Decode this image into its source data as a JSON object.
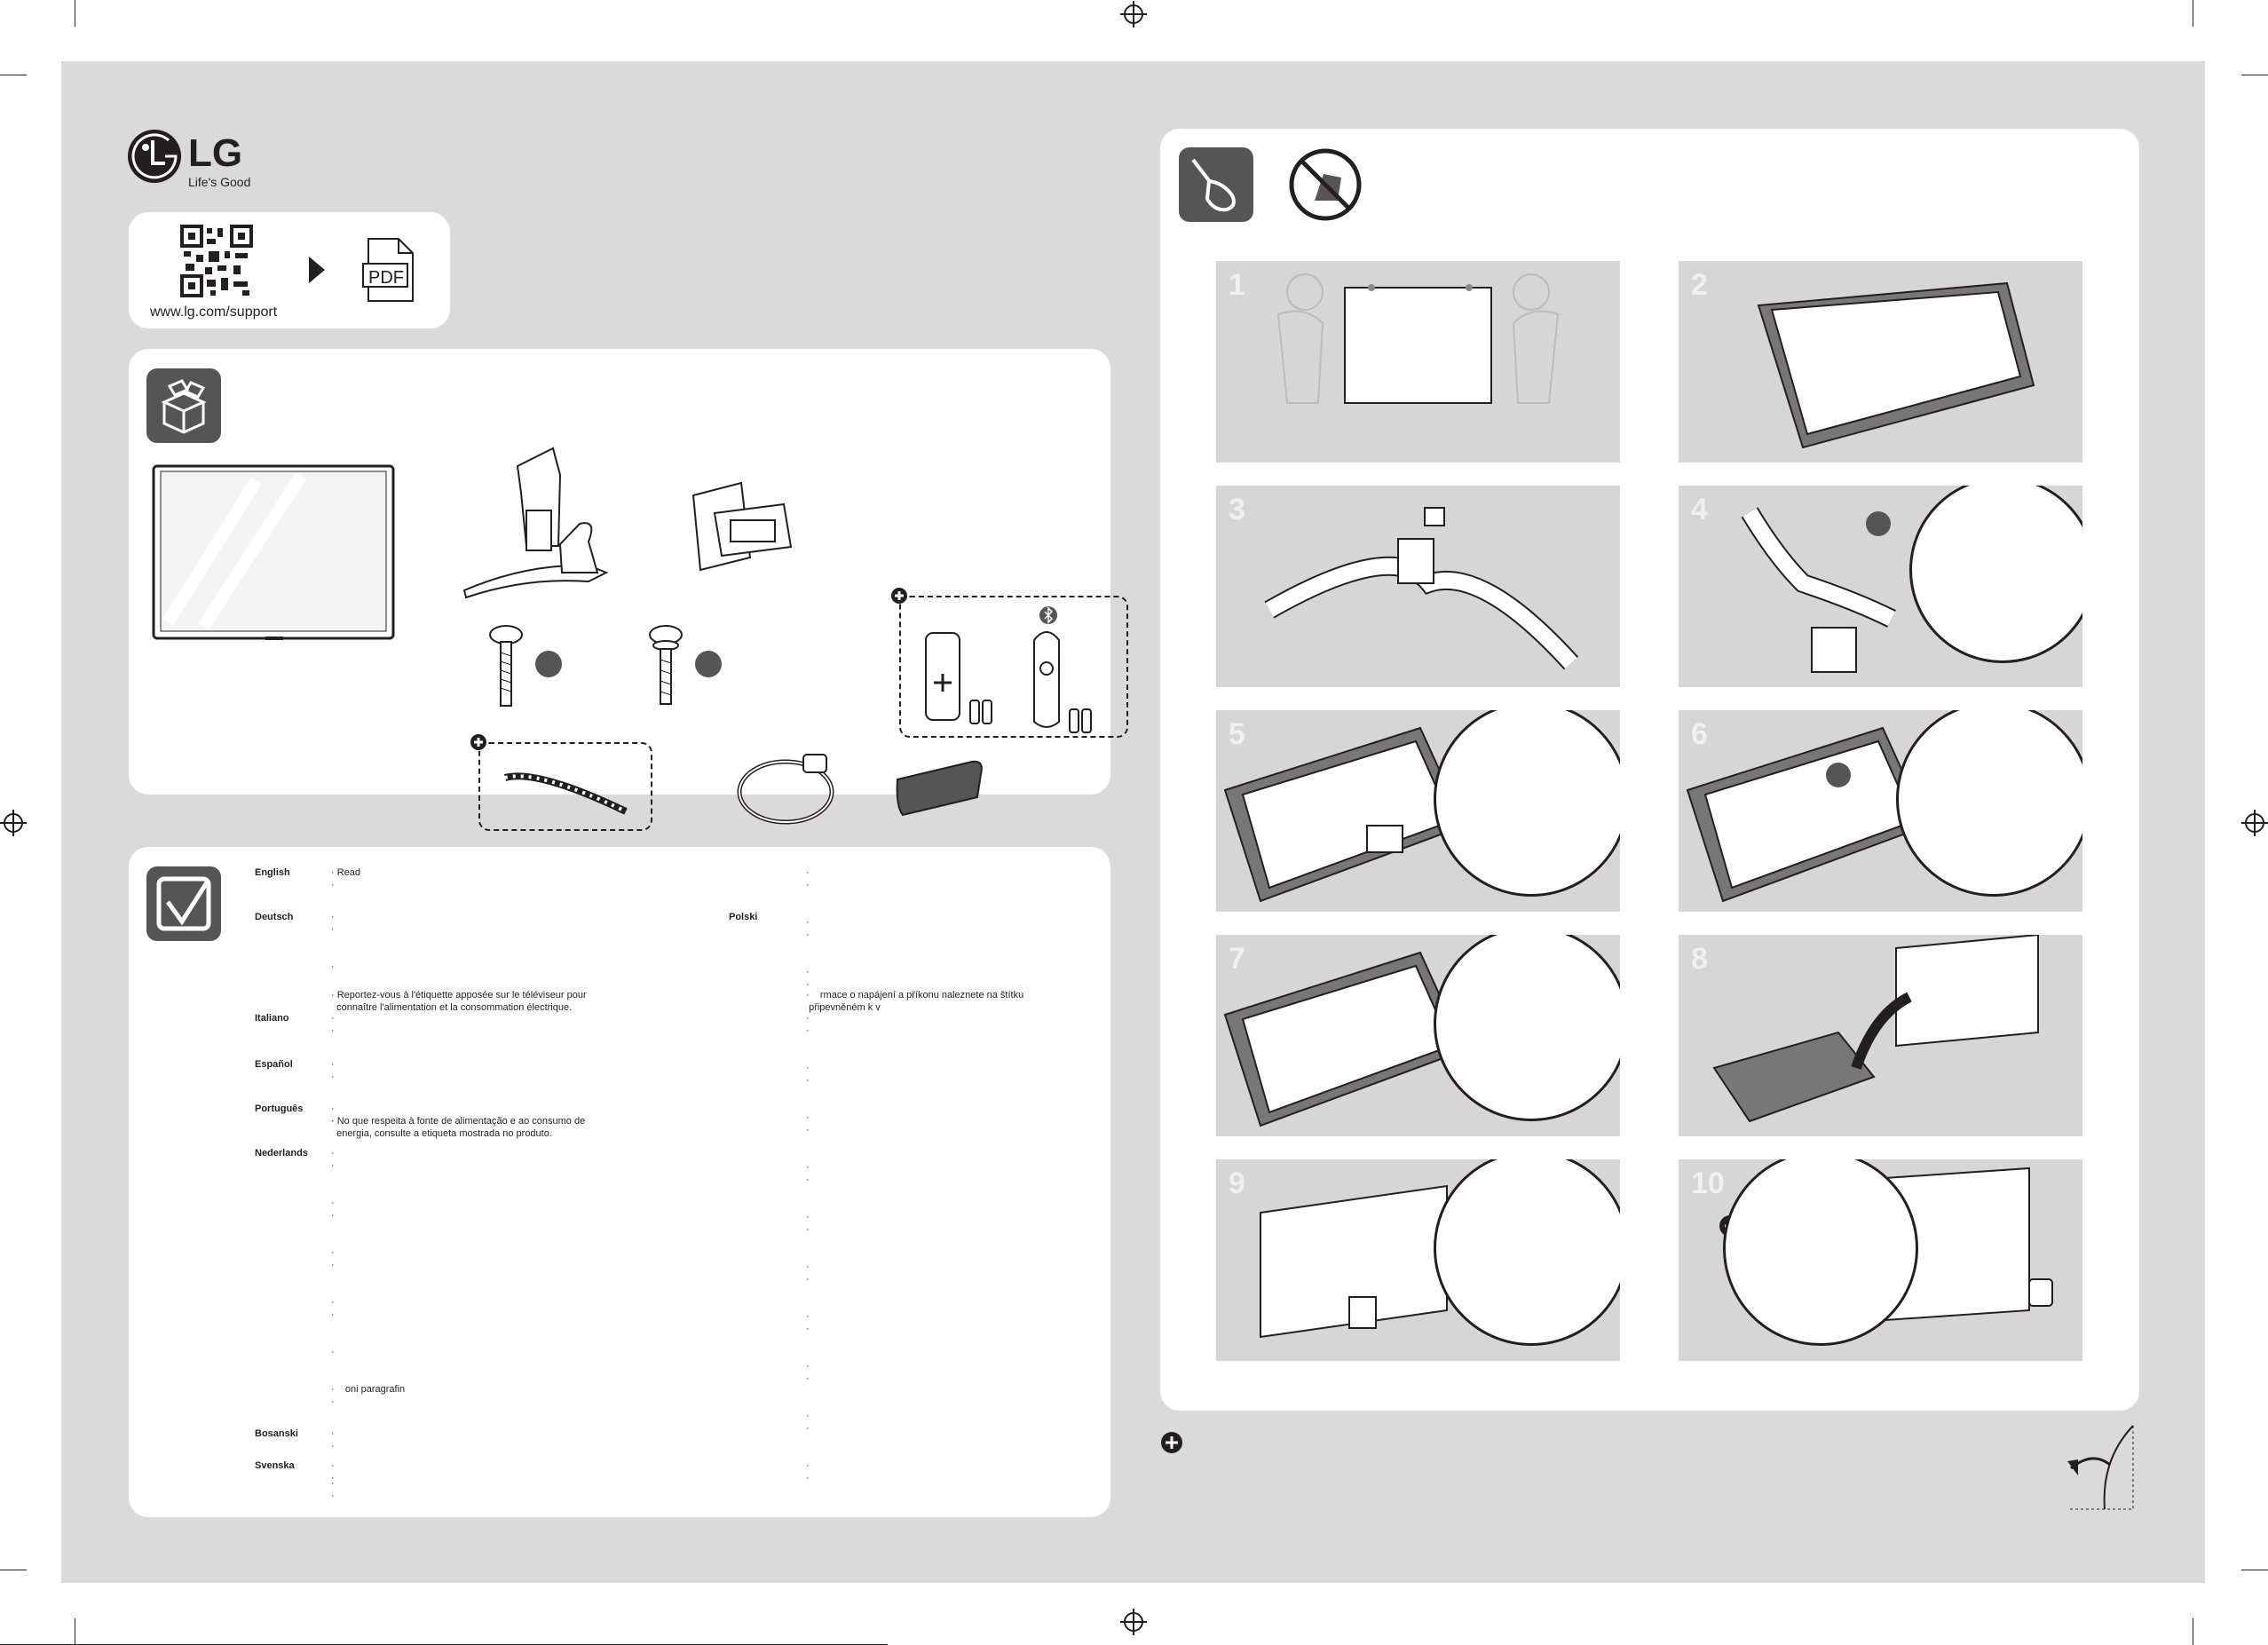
{
  "brand": {
    "logo_text": "LG",
    "tagline": "Life's Good",
    "accent": "#231f20"
  },
  "support": {
    "url": "www.lg.com/support",
    "pdf_label": "PDF"
  },
  "languages": {
    "left": [
      {
        "name": "English",
        "line1": "Read"
      },
      {
        "name": "Deutsch",
        "line1": ""
      },
      {
        "name": "",
        "line1": "Reportez-vous à l'étiquette apposée sur le téléviseur pour",
        "line2": "connaître l'alimentation et la consommation électrique."
      },
      {
        "name": "Italiano",
        "line1": ""
      },
      {
        "name": "Español",
        "line1": ""
      },
      {
        "name": "Português",
        "line1": ""
      },
      {
        "name": "",
        "line1": "No que respeita à fonte de alimentação e ao consumo de",
        "line2": "energia, consulte a etiqueta mostrada no produto."
      },
      {
        "name": "Nederlands",
        "line1": ""
      },
      {
        "name": "",
        "line1": "oni paragrafin"
      },
      {
        "name": "Bosanski",
        "line1": ""
      },
      {
        "name": "Svenska",
        "line1": ""
      }
    ],
    "right": [
      {
        "name": "Polski",
        "line1": ""
      },
      {
        "name": "",
        "line1": "rmace o napájení a příkonu naleznete na štítku",
        "line2": "připevněném k v"
      }
    ]
  },
  "steps": [
    "1",
    "2",
    "3",
    "4",
    "5",
    "6",
    "7",
    "8",
    "9",
    "10"
  ]
}
